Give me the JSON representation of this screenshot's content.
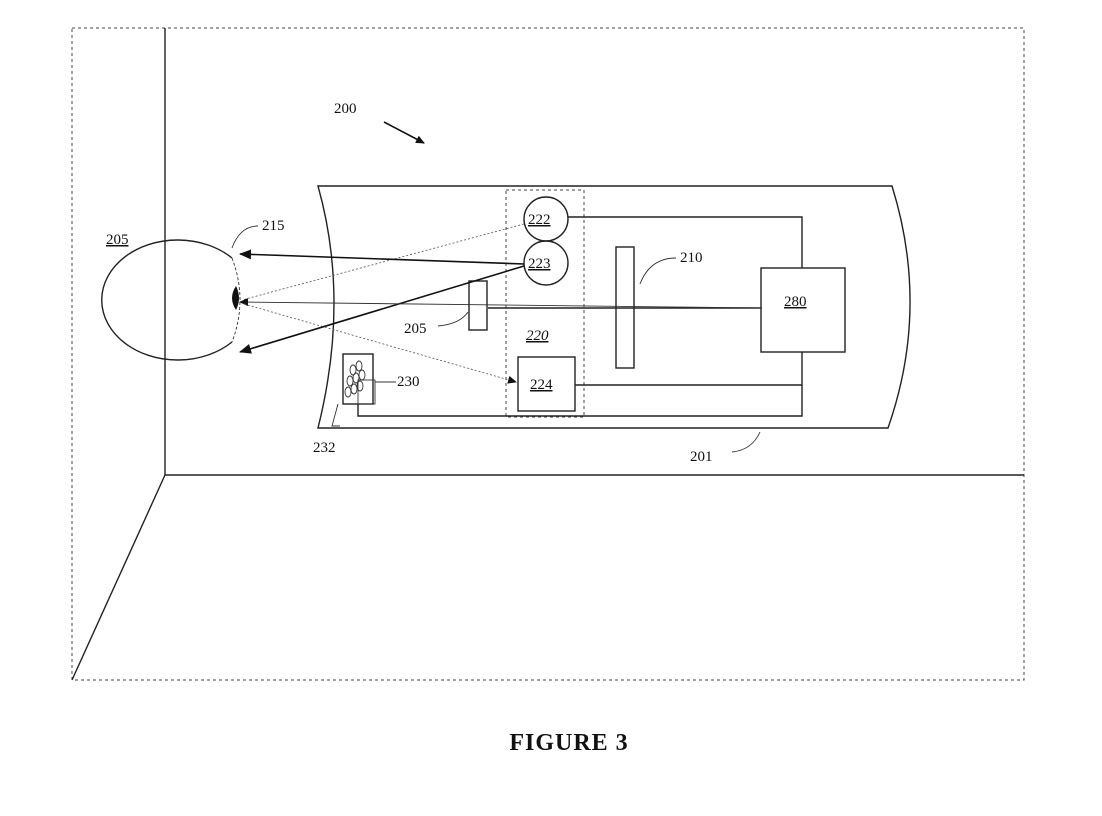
{
  "labels": {
    "system": "200",
    "eye": "205",
    "eye_surface": "215",
    "emitter_a": "222",
    "emitter_b": "223",
    "array": "220",
    "sensor": "224",
    "grating": "210",
    "controller": "280",
    "lens": "205",
    "camera": "230",
    "camera_lens": "232",
    "housing": "201"
  },
  "caption": "FIGURE 3"
}
